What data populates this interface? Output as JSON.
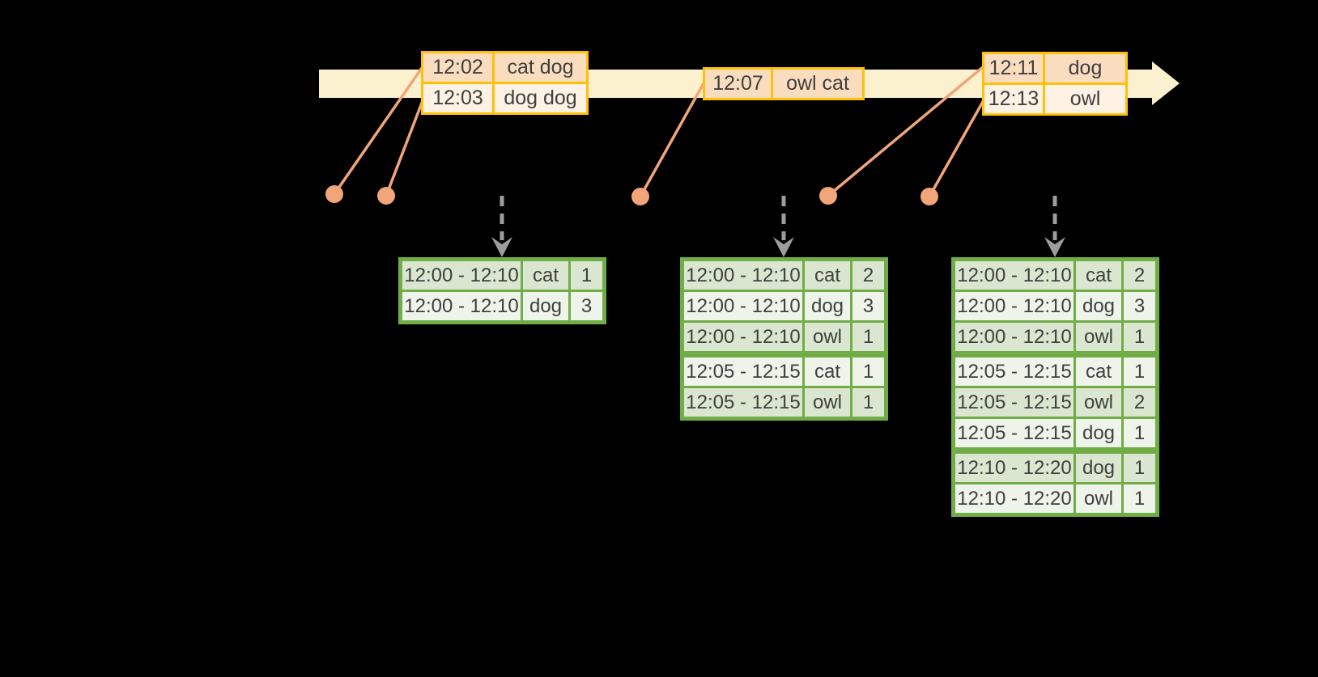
{
  "diagram": {
    "description": "windowed-word-count-streaming-diagram",
    "colors": {
      "background": "#000000",
      "timeline_band": "#FCF1CE",
      "event_table_border": "#FFC107",
      "event_row_dark": "#FADCBE",
      "event_row_light": "#FDF2E4",
      "event_dot": "#F2A578",
      "result_table_border": "#70AD47",
      "result_row_dark": "#DAE6D0",
      "result_row_light": "#EFF4EA",
      "trigger_arrow": "#9D9D9D",
      "text": "#3F3F3F"
    },
    "event_tables": [
      {
        "rows": [
          {
            "time": "12:02",
            "words": "cat dog"
          },
          {
            "time": "12:03",
            "words": "dog dog"
          }
        ]
      },
      {
        "rows": [
          {
            "time": "12:07",
            "words": "owl cat"
          }
        ]
      },
      {
        "rows": [
          {
            "time": "12:11",
            "words": "dog"
          },
          {
            "time": "12:13",
            "words": "owl"
          }
        ]
      }
    ],
    "result_tables": [
      {
        "rows": [
          {
            "window": "12:00 - 12:10",
            "word": "cat",
            "count": "1",
            "group": 0
          },
          {
            "window": "12:00 - 12:10",
            "word": "dog",
            "count": "3",
            "group": 0
          }
        ]
      },
      {
        "rows": [
          {
            "window": "12:00 - 12:10",
            "word": "cat",
            "count": "2",
            "group": 0
          },
          {
            "window": "12:00 - 12:10",
            "word": "dog",
            "count": "3",
            "group": 0
          },
          {
            "window": "12:00 - 12:10",
            "word": "owl",
            "count": "1",
            "group": 0
          },
          {
            "window": "12:05 - 12:15",
            "word": "cat",
            "count": "1",
            "group": 1
          },
          {
            "window": "12:05 - 12:15",
            "word": "owl",
            "count": "1",
            "group": 1
          }
        ]
      },
      {
        "rows": [
          {
            "window": "12:00 - 12:10",
            "word": "cat",
            "count": "2",
            "group": 0
          },
          {
            "window": "12:00 - 12:10",
            "word": "dog",
            "count": "3",
            "group": 0
          },
          {
            "window": "12:00 - 12:10",
            "word": "owl",
            "count": "1",
            "group": 0
          },
          {
            "window": "12:05 - 12:15",
            "word": "cat",
            "count": "1",
            "group": 1
          },
          {
            "window": "12:05 - 12:15",
            "word": "owl",
            "count": "2",
            "group": 1
          },
          {
            "window": "12:05 - 12:15",
            "word": "dog",
            "count": "1",
            "group": 1
          },
          {
            "window": "12:10 - 12:20",
            "word": "dog",
            "count": "1",
            "group": 2
          },
          {
            "window": "12:10 - 12:20",
            "word": "owl",
            "count": "1",
            "group": 2
          }
        ]
      }
    ]
  }
}
